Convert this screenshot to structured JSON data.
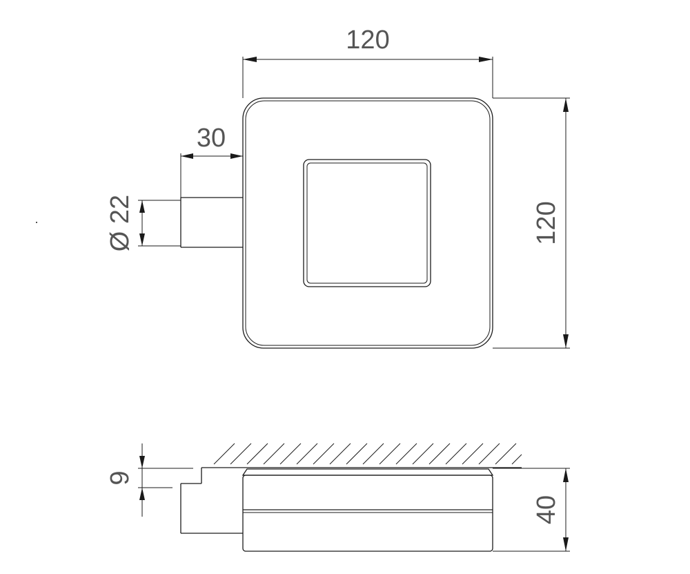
{
  "top_view": {
    "width_label": "120",
    "height_label": "120",
    "pipe_length_label": "30",
    "pipe_diameter_label": "Ø 22"
  },
  "side_view": {
    "step_label": "9",
    "height_label": "40"
  },
  "colors": {
    "line": "#1a1a1a",
    "label": "#555555",
    "background": "#ffffff"
  }
}
